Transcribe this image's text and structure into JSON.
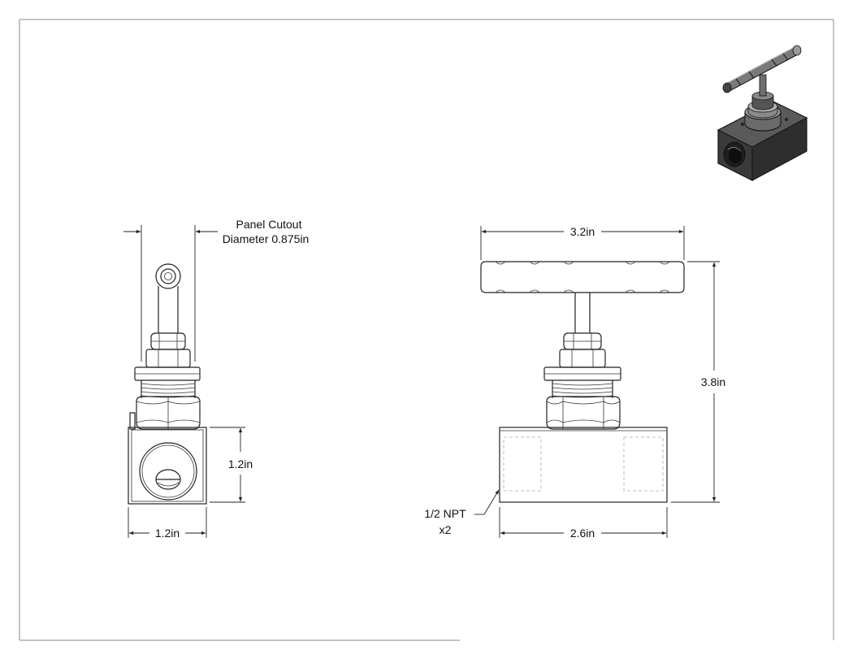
{
  "drawing": {
    "panel_cutout_line1": "Panel Cutout",
    "panel_cutout_line2": "Diameter 0.875in",
    "side_width": "1.2in",
    "side_height": "1.2in",
    "handle_width": "3.2in",
    "overall_height": "3.8in",
    "body_length": "2.6in",
    "port_line1": "1/2 NPT",
    "port_line2": "x2"
  },
  "icons": {
    "iso_view": "needle-valve-isometric-icon"
  }
}
